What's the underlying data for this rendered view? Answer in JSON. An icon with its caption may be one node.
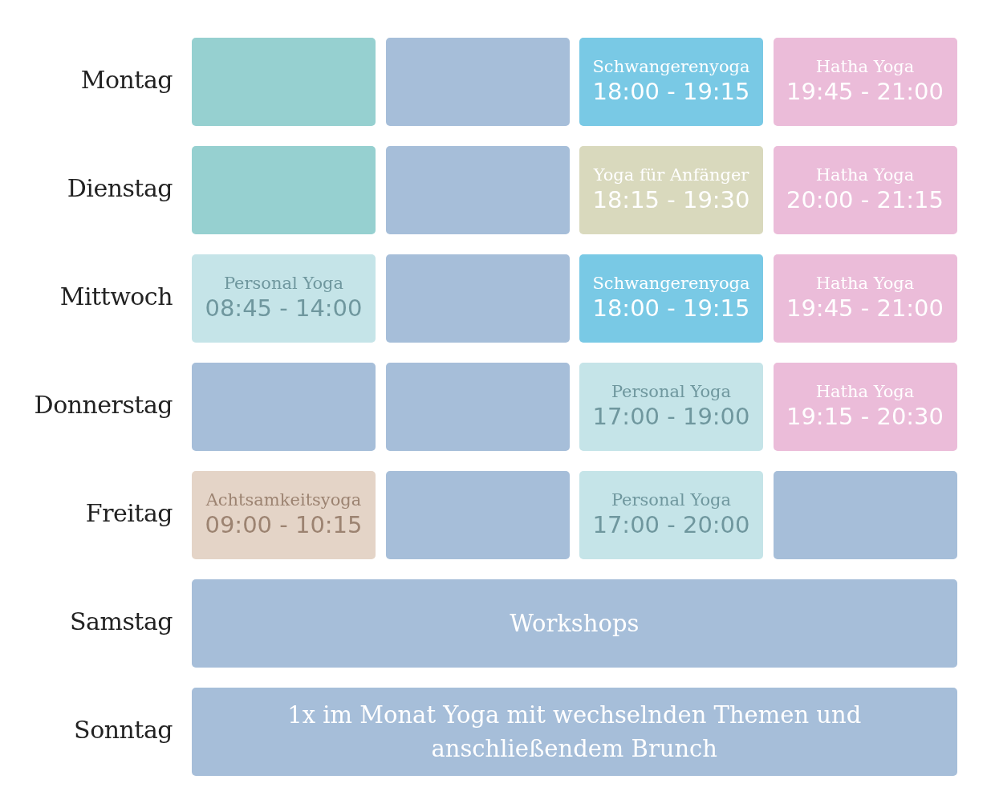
{
  "diagram": {
    "nodes": [
      {
        "text": [],
        "shape": "box"
      },
      {
        "text": [],
        "shape": "box"
      },
      {
        "text": [
          "Schwangerenyoga",
          "18:00 - 19:15"
        ]
      },
      {
        "text": [
          "Hatha Yoga",
          "19:45 - 21:00"
        ]
      },
      {
        "text": [],
        "shape": "box"
      },
      {
        "text": [],
        "shape": "box"
      },
      {
        "text": [
          "Yoga für Anfänger",
          "18:15 - 19:30"
        ]
      },
      {
        "text": [
          "Hatha Yoga",
          "20:00 - 21:15"
        ]
      },
      {
        "text": [
          "Personal Yoga",
          "08:45 - 14:00"
        ]
      },
      {
        "text": [],
        "shape": "box"
      },
      {
        "text": [
          "Schwangerenyoga",
          "18:00 - 19:15"
        ]
      },
      {
        "text": [
          "Hatha Yoga",
          "19:45 - 21:00"
        ]
      },
      {
        "text": [],
        "shape": "box"
      },
      {
        "text": [],
        "shape": "box"
      },
      {
        "text": [
          "Personal Yoga",
          "17:00 - 19:00"
        ]
      },
      {
        "text": [
          "Hatha Yoga",
          "19:15 - 20:30"
        ]
      },
      {
        "text": [
          "Achtsamkeitsyoga",
          "09:00 - 10:15"
        ]
      },
      {
        "text": [],
        "shape": "box"
      },
      {
        "text": [
          "Personal Yoga",
          "17:00 - 20:00"
        ]
      },
      {
        "text": [],
        "shape": "box"
      },
      {
        "text": [
          "Workshops"
        ]
      },
      {
        "text": [
          "1x im Monat Yoga mit wechselnden Themen und anschließendem Brunch"
        ]
      }
    ],
    "labels": [
      "Montag",
      "Dienstag",
      "Mittwoch",
      "Donnerstag",
      "Freitag",
      "Samstag",
      "Sonntag"
    ]
  }
}
